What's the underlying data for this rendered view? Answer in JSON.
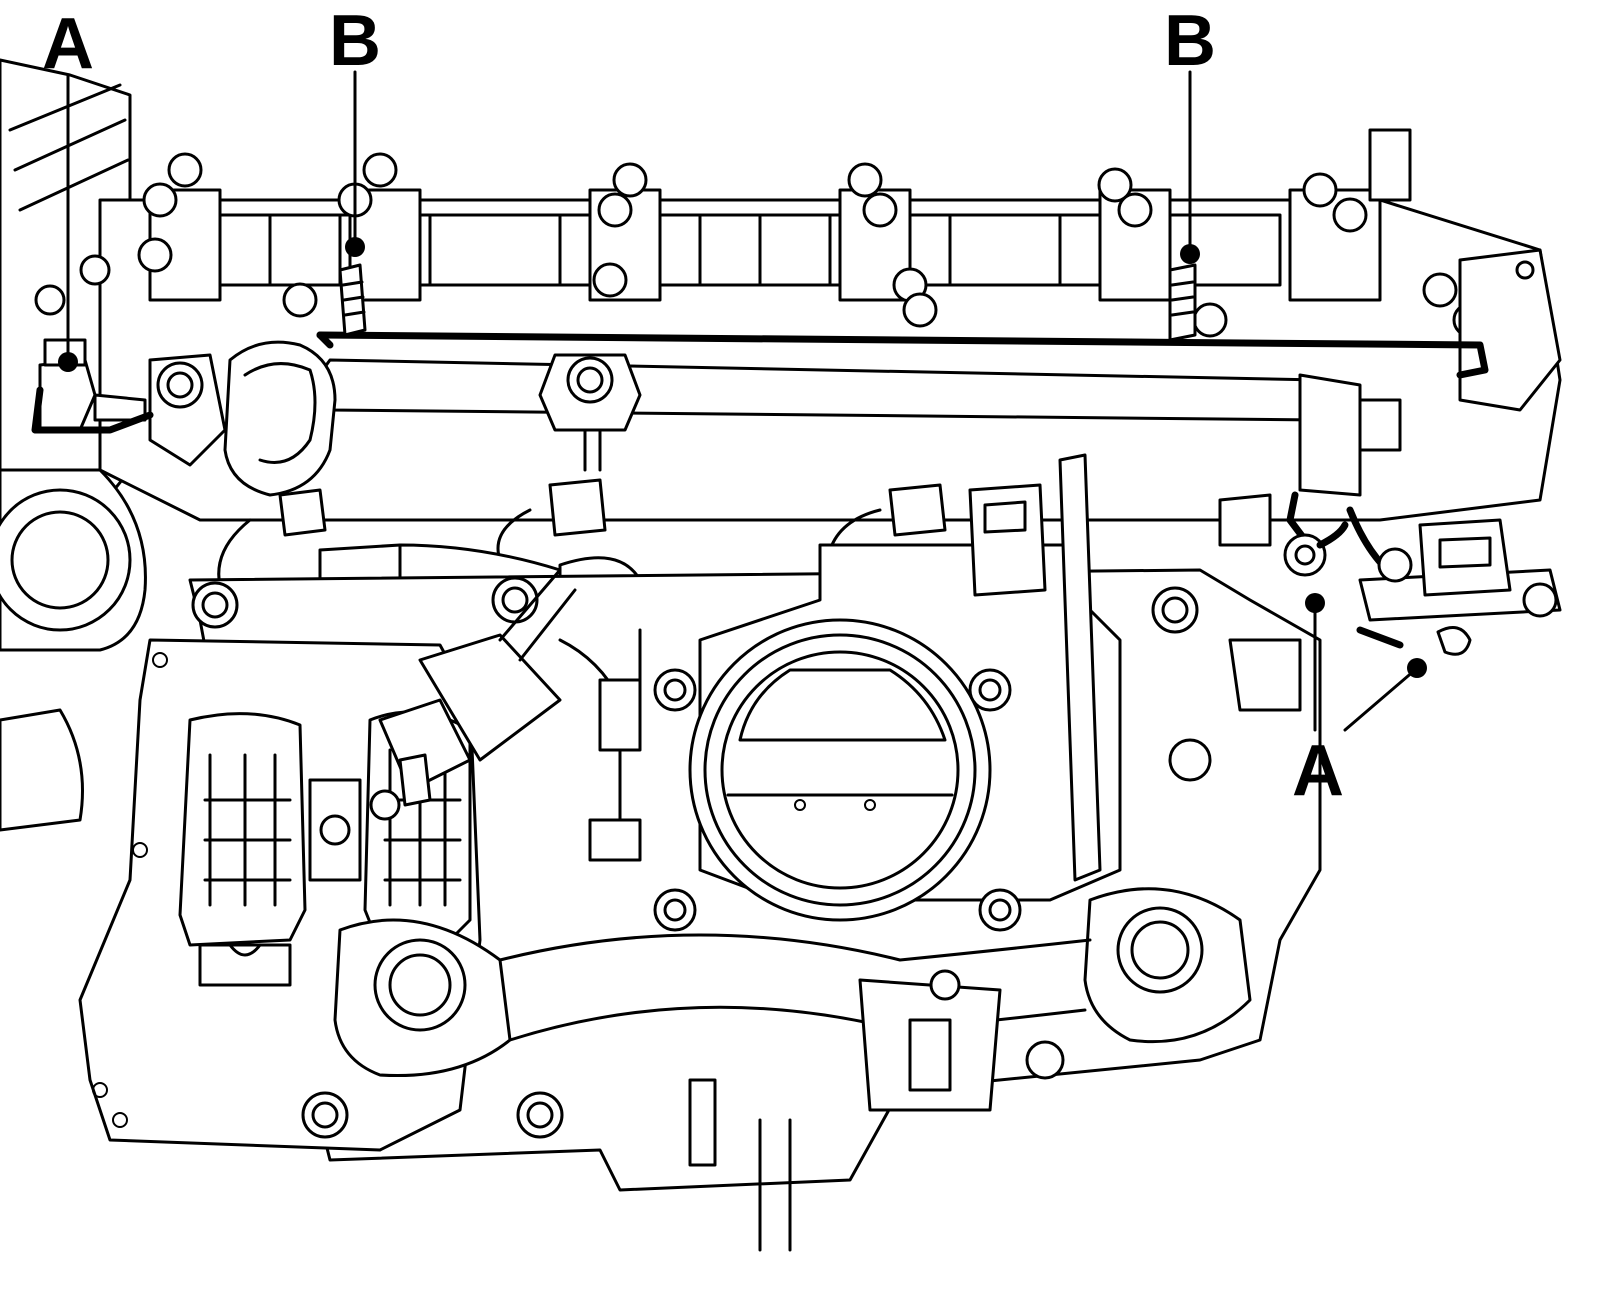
{
  "labels": {
    "a_left": "A",
    "b_left": "B",
    "b_right": "B",
    "a_right": "A"
  },
  "colors": {
    "line": "#000000",
    "background": "#ffffff"
  }
}
